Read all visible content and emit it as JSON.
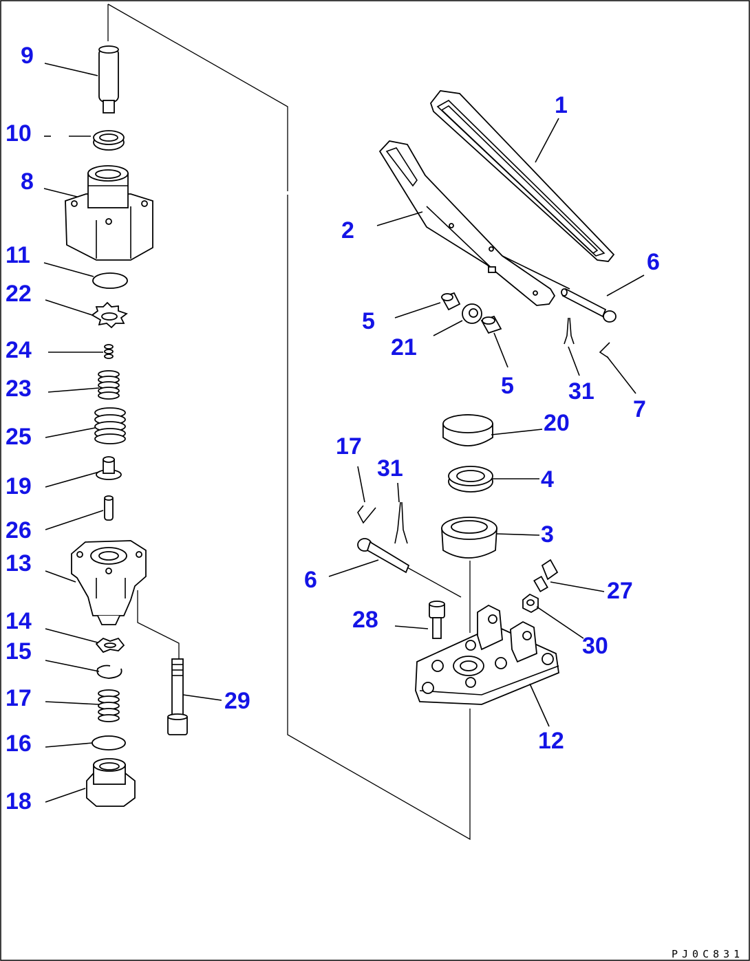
{
  "drawing_code": "PJ0C831",
  "callouts": [
    {
      "id": "l9",
      "text": "9"
    },
    {
      "id": "l10",
      "text": "10"
    },
    {
      "id": "l8",
      "text": "8"
    },
    {
      "id": "l11",
      "text": "11"
    },
    {
      "id": "l22",
      "text": "22"
    },
    {
      "id": "l24",
      "text": "24"
    },
    {
      "id": "l23",
      "text": "23"
    },
    {
      "id": "l25",
      "text": "25"
    },
    {
      "id": "l19",
      "text": "19"
    },
    {
      "id": "l26",
      "text": "26"
    },
    {
      "id": "l13",
      "text": "13"
    },
    {
      "id": "l14",
      "text": "14"
    },
    {
      "id": "l15",
      "text": "15"
    },
    {
      "id": "l17a",
      "text": "17"
    },
    {
      "id": "l16",
      "text": "16"
    },
    {
      "id": "l18",
      "text": "18"
    },
    {
      "id": "l29",
      "text": "29"
    },
    {
      "id": "l1",
      "text": "1"
    },
    {
      "id": "l2",
      "text": "2"
    },
    {
      "id": "l6a",
      "text": "6"
    },
    {
      "id": "l5a",
      "text": "5"
    },
    {
      "id": "l21",
      "text": "21"
    },
    {
      "id": "l5b",
      "text": "5"
    },
    {
      "id": "l31a",
      "text": "31"
    },
    {
      "id": "l7",
      "text": "7"
    },
    {
      "id": "l20",
      "text": "20"
    },
    {
      "id": "l4",
      "text": "4"
    },
    {
      "id": "l3",
      "text": "3"
    },
    {
      "id": "l17b",
      "text": "17"
    },
    {
      "id": "l31b",
      "text": "31"
    },
    {
      "id": "l6b",
      "text": "6"
    },
    {
      "id": "l27",
      "text": "27"
    },
    {
      "id": "l28",
      "text": "28"
    },
    {
      "id": "l30",
      "text": "30"
    },
    {
      "id": "l12",
      "text": "12"
    }
  ]
}
